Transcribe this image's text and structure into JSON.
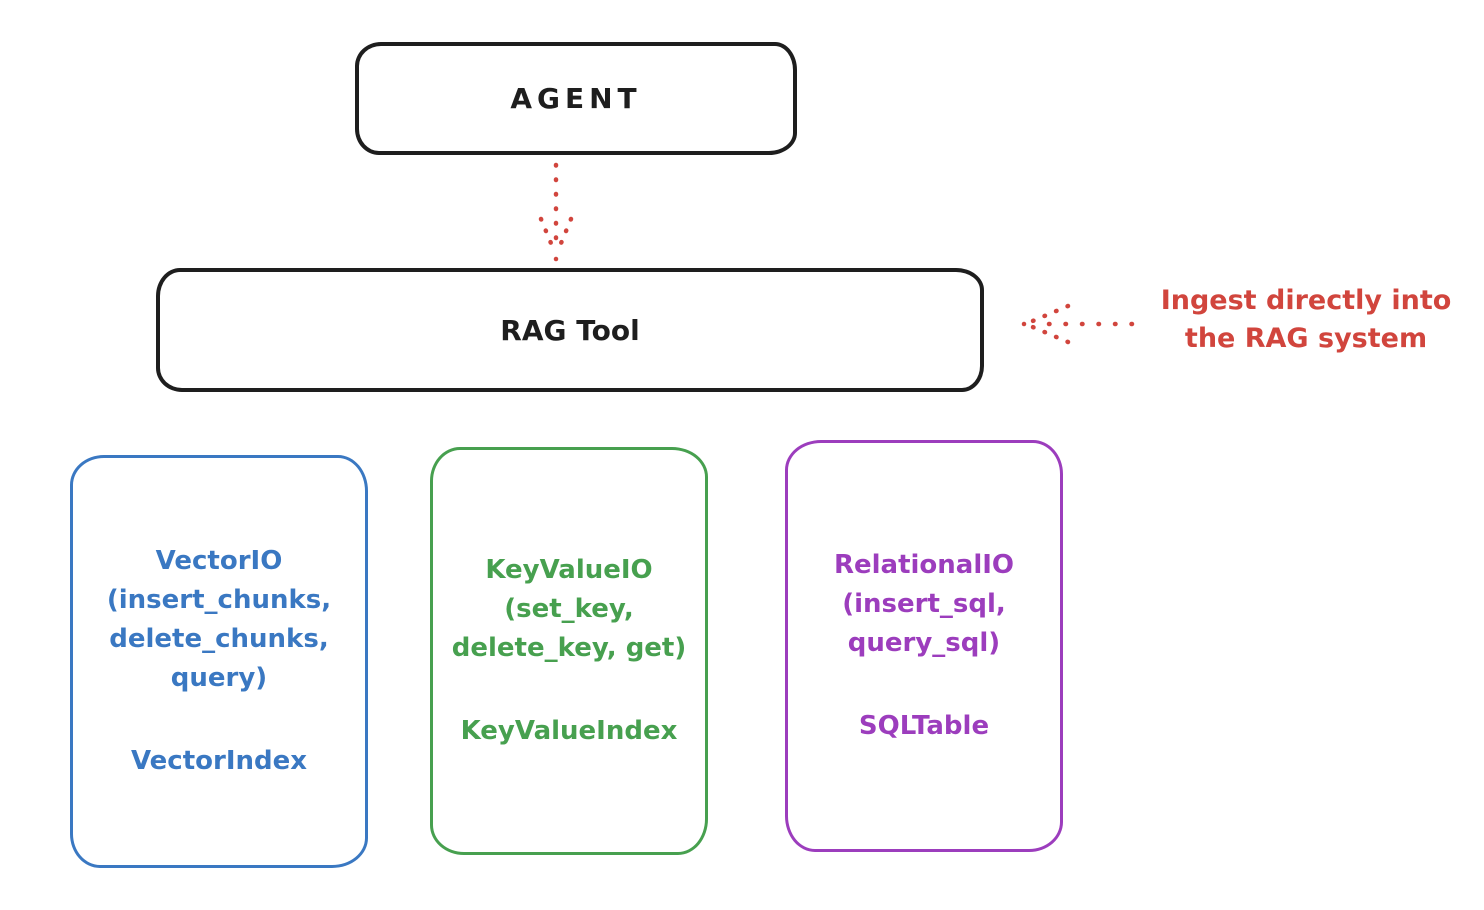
{
  "colors": {
    "ink": "#1e1e1e",
    "red": "#d1453d",
    "blue": "#3a78c2",
    "green": "#47a04f",
    "purple": "#9c3dbd"
  },
  "agent": {
    "label": "AGENT"
  },
  "rag_tool": {
    "label": "RAG Tool"
  },
  "annotation": {
    "line1": "Ingest directly into",
    "line2": "the RAG system",
    "arrow_icon": "dotted-left-arrow"
  },
  "flow": {
    "agent_to_rag_arrow_icon": "dotted-down-arrow"
  },
  "backends": [
    {
      "title_lines": [
        "VectorIO",
        "(insert_chunks,",
        "delete_chunks,",
        "query)"
      ],
      "index_label": "VectorIndex",
      "color": "#3a78c2"
    },
    {
      "title_lines": [
        "KeyValueIO",
        "(set_key,",
        "delete_key, get)"
      ],
      "index_label": "KeyValueIndex",
      "color": "#47a04f"
    },
    {
      "title_lines": [
        "RelationalIO",
        "(insert_sql,",
        "query_sql)"
      ],
      "index_label": "SQLTable",
      "color": "#9c3dbd"
    }
  ]
}
